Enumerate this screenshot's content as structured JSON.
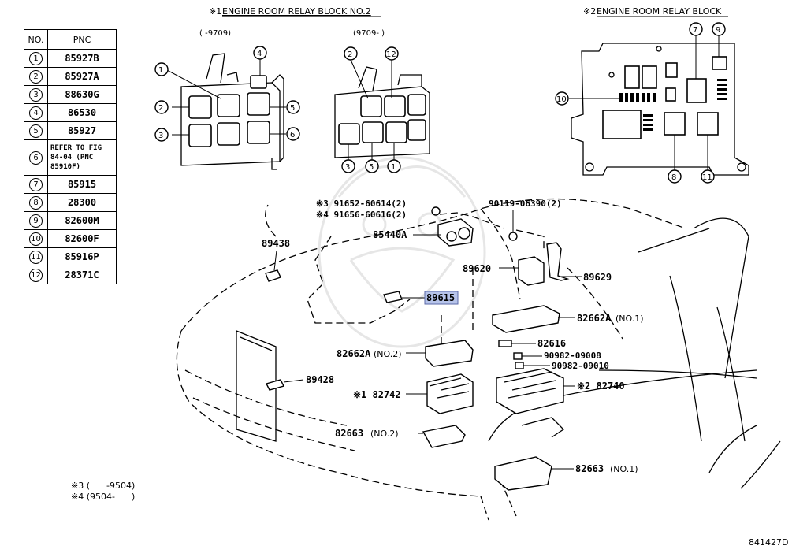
{
  "table": {
    "headers": [
      "NO.",
      "PNC"
    ],
    "rows": [
      {
        "no": "1",
        "pnc": "85927B"
      },
      {
        "no": "2",
        "pnc": "85927A"
      },
      {
        "no": "3",
        "pnc": "88630G"
      },
      {
        "no": "4",
        "pnc": "86530"
      },
      {
        "no": "5",
        "pnc": "85927"
      },
      {
        "no": "6",
        "pnc": "REFER TO FIG 84-04 (PNC 85910F)"
      },
      {
        "no": "7",
        "pnc": "85915"
      },
      {
        "no": "8",
        "pnc": "28300"
      },
      {
        "no": "9",
        "pnc": "82600M"
      },
      {
        "no": "10",
        "pnc": "82600F"
      },
      {
        "no": "11",
        "pnc": "85916P"
      },
      {
        "no": "12",
        "pnc": "28371C"
      }
    ]
  },
  "relay_block_1": {
    "mark": "※1",
    "title": "ENGINE ROOM RELAY BLOCK NO.2",
    "left_range": "(     -9709)",
    "right_range": "(9709-     )"
  },
  "relay_block_2": {
    "mark": "※2",
    "title": "ENGINE ROOM RELAY BLOCK"
  },
  "callouts": {
    "left_block": [
      "1",
      "4",
      "2",
      "5",
      "3",
      "6"
    ],
    "right_block_top": [
      "2",
      "12"
    ],
    "right_block_bottom": [
      "3",
      "5",
      "1"
    ],
    "block2": [
      "7",
      "9",
      "10",
      "8",
      "11"
    ]
  },
  "parts": {
    "bolt_a": "※3 91652-60614(2)",
    "bolt_b": "※4 91656-60616(2)",
    "bolt_c": "90119-06390(2)",
    "p85440a": "85440A",
    "p89438": "89438",
    "p89620": "89620",
    "p89629": "89629",
    "p89615": "89615",
    "p82662a_1": "82662A",
    "p82662a_1_note": "(NO.1)",
    "p82662a_2": "82662A",
    "p82662a_2_note": "(NO.2)",
    "p82616": "82616",
    "p90982_a": "90982-09008",
    "p90982_b": "90982-09010",
    "p89428": "89428",
    "p82742": "※1 82742",
    "p82740": "※2 82740",
    "p82663_2": "82663",
    "p82663_2_note": "(NO.2)",
    "p82663_1": "82663",
    "p82663_1_note": "(NO.1)"
  },
  "footnotes": {
    "note3": "※3 (      -9504)",
    "note4": "※4 (9504-      )"
  },
  "figure_code": "841427D",
  "highlight_color": "#b7c4ea"
}
